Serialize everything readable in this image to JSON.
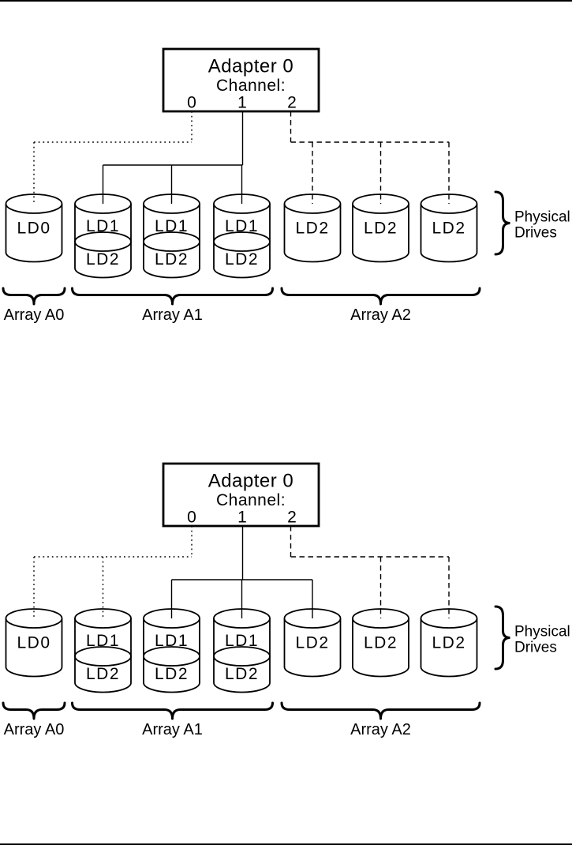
{
  "figure": {
    "ink_color": "#000000",
    "background_color": "#ffffff",
    "diagrams": [
      {
        "name": "one-array-per-channel",
        "adapter": {
          "title": "Adapter 0",
          "channel_label": "Channel:",
          "channels": [
            "0",
            "1",
            "2"
          ]
        },
        "drives": [
          {
            "labels": [
              "LD0"
            ]
          },
          {
            "labels": [
              "LD1",
              "LD2"
            ]
          },
          {
            "labels": [
              "LD1",
              "LD2"
            ]
          },
          {
            "labels": [
              "LD1",
              "LD2"
            ]
          },
          {
            "labels": [
              "LD2"
            ]
          },
          {
            "labels": [
              "LD2"
            ]
          },
          {
            "labels": [
              "LD2"
            ]
          }
        ],
        "connections": [
          {
            "channel_index": 0,
            "line_style": "dotted",
            "drive_indexes": [
              0
            ]
          },
          {
            "channel_index": 1,
            "line_style": "solid",
            "drive_indexes": [
              1,
              2,
              3
            ]
          },
          {
            "channel_index": 2,
            "line_style": "dashed",
            "drive_indexes": [
              4,
              5,
              6
            ]
          }
        ],
        "arrays": [
          {
            "label": "Array A0",
            "first_drive": 0,
            "last_drive": 0
          },
          {
            "label": "Array A1",
            "first_drive": 1,
            "last_drive": 3
          },
          {
            "label": "Array A2",
            "first_drive": 4,
            "last_drive": 6
          }
        ],
        "side_label_lines": [
          "Physical",
          "Drives"
        ]
      },
      {
        "name": "arrays-spanning-channels",
        "adapter": {
          "title": "Adapter 0",
          "channel_label": "Channel:",
          "channels": [
            "0",
            "1",
            "2"
          ]
        },
        "drives": [
          {
            "labels": [
              "LD0"
            ]
          },
          {
            "labels": [
              "LD1",
              "LD2"
            ]
          },
          {
            "labels": [
              "LD1",
              "LD2"
            ]
          },
          {
            "labels": [
              "LD1",
              "LD2"
            ]
          },
          {
            "labels": [
              "LD2"
            ]
          },
          {
            "labels": [
              "LD2"
            ]
          },
          {
            "labels": [
              "LD2"
            ]
          }
        ],
        "connections": [
          {
            "channel_index": 0,
            "line_style": "dotted",
            "drive_indexes": [
              0,
              1
            ]
          },
          {
            "channel_index": 1,
            "line_style": "solid",
            "drive_indexes": [
              2,
              3,
              4
            ]
          },
          {
            "channel_index": 2,
            "line_style": "dashed",
            "drive_indexes": [
              5,
              6
            ]
          }
        ],
        "arrays": [
          {
            "label": "Array A0",
            "first_drive": 0,
            "last_drive": 0
          },
          {
            "label": "Array A1",
            "first_drive": 1,
            "last_drive": 3
          },
          {
            "label": "Array A2",
            "first_drive": 4,
            "last_drive": 6
          }
        ],
        "side_label_lines": [
          "Physical",
          "Drives"
        ]
      }
    ]
  }
}
